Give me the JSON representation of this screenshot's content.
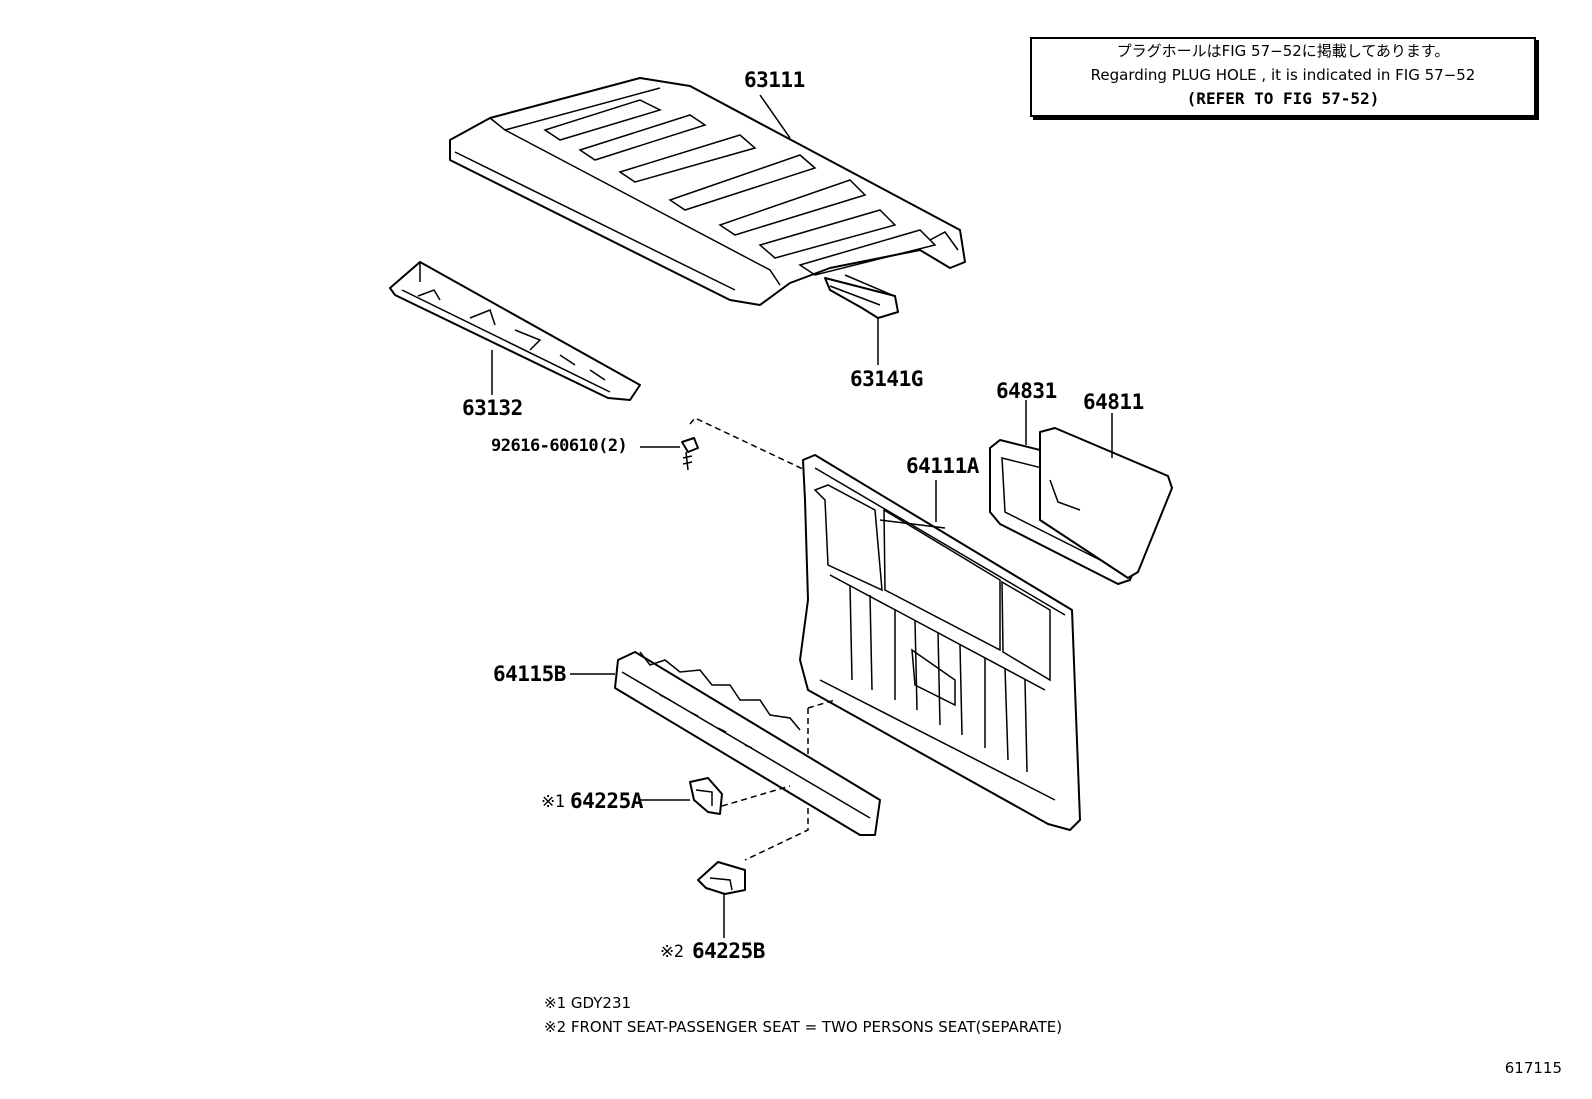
{
  "note": {
    "line1": "プラグホールはFIG 57−52に掲載してあります。",
    "line2": "Regarding  PLUG  HOLE , it is indicated in FIG  57−52",
    "line3": "(REFER TO FIG 57-52)"
  },
  "parts": {
    "p63111": "63111",
    "p63132": "63132",
    "p63141G": "63141G",
    "p64831": "64831",
    "p64811": "64811",
    "p92616": "92616-60610(2)",
    "p64111A": "64111A",
    "p64115B": "64115B",
    "p64225A_mark": "※1",
    "p64225A": "64225A",
    "p64225B_mark": "※2",
    "p64225B": "64225B"
  },
  "footnotes": {
    "f1": "※1 GDY231",
    "f2": "※2 FRONT SEAT-PASSENGER SEAT = TWO PERSONS SEAT(SEPARATE)"
  },
  "figure_number": "617115"
}
